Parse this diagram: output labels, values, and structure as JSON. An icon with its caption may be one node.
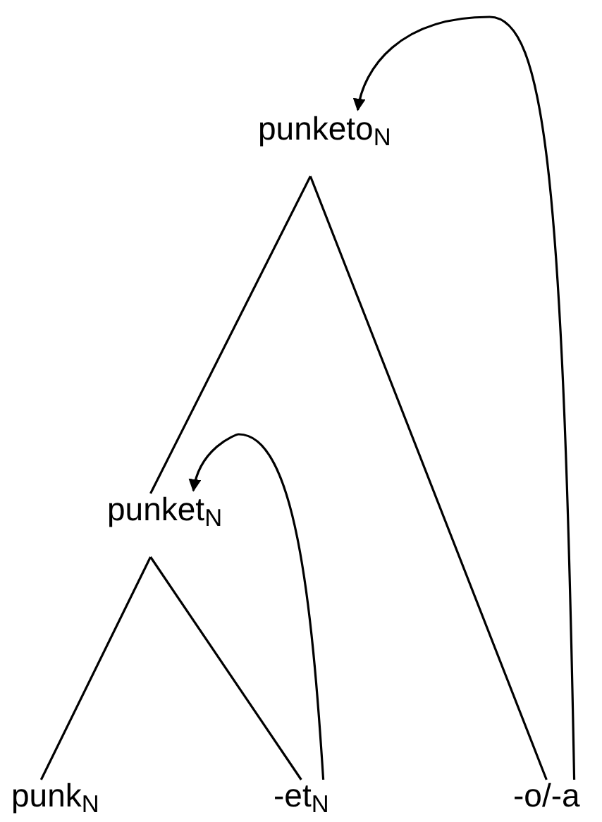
{
  "diagram": {
    "nodes": [
      {
        "text": [
          "punketo$_{N}$"
        ]
      },
      {
        "text": [
          "punket$_{N}$"
        ]
      },
      {
        "text": [
          "punk$_{N}$"
        ]
      },
      {
        "text": [
          "-et$_{N}$"
        ]
      },
      {
        "text": [
          "-o/-a"
        ]
      }
    ],
    "edges": [
      {
        "from": 0,
        "to": 1,
        "arrow": "none"
      },
      {
        "from": 0,
        "to": 4,
        "arrow": "none"
      },
      {
        "from": 1,
        "to": 2,
        "arrow": "none"
      },
      {
        "from": 1,
        "to": 3,
        "arrow": "none"
      },
      {
        "from": 4,
        "to": 0,
        "arrow": "to"
      },
      {
        "from": 3,
        "to": 1,
        "arrow": "to"
      }
    ]
  }
}
